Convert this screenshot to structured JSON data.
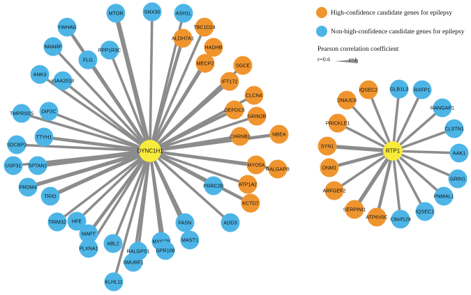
{
  "legend": {
    "high_label": "High-confidence candidate genes for epilepsy",
    "non_label": "Non-high-confidence candidate genes for epilepsy",
    "corr_title": "Pearson correlation coefficient",
    "corr_min": "r=0.6",
    "corr_max": "r=1"
  },
  "colors": {
    "high": "#F0952E",
    "non": "#4DB5E6",
    "hub": "#F7EB3B",
    "edge": "#8C8C8C"
  },
  "networks": [
    {
      "hub": "DYNC1H1",
      "nodes": [
        {
          "label": "MTOR",
          "group": "non",
          "r": 0.9
        },
        {
          "label": "SNX30",
          "group": "non",
          "r": 0.75
        },
        {
          "label": "ASH1L",
          "group": "non",
          "r": 0.75
        },
        {
          "label": "TBC1D24",
          "group": "high",
          "r": 0.75
        },
        {
          "label": "HADHB",
          "group": "high",
          "r": 0.75
        },
        {
          "label": "SGCE",
          "group": "high",
          "r": 0.75
        },
        {
          "label": "CLCN4",
          "group": "high",
          "r": 0.75
        },
        {
          "label": "GRIN2B",
          "group": "high",
          "r": 0.75
        },
        {
          "label": "NBEA",
          "group": "high",
          "r": 0.8
        },
        {
          "label": "RALGAPB",
          "group": "high",
          "r": 0.75
        },
        {
          "label": "ATP1A2",
          "group": "high",
          "r": 0.75
        },
        {
          "label": "PRRC2B",
          "group": "non",
          "r": 0.75
        },
        {
          "label": "FASN",
          "group": "non",
          "r": 0.8
        },
        {
          "label": "MYO7B",
          "group": "non",
          "r": 0.75
        },
        {
          "label": "SMURF1",
          "group": "non",
          "r": 0.75
        },
        {
          "label": "KLHL11",
          "group": "non",
          "r": 0.75
        },
        {
          "label": "PLXNA1",
          "group": "non",
          "r": 0.75
        },
        {
          "label": "TRIM32",
          "group": "non",
          "r": 0.75
        },
        {
          "label": "PRDM4",
          "group": "non",
          "r": 0.85
        },
        {
          "label": "USP31",
          "group": "non",
          "r": 0.75
        },
        {
          "label": "SDCBP2",
          "group": "non",
          "r": 0.75
        },
        {
          "label": "TMPRSS5",
          "group": "non",
          "r": 0.75
        },
        {
          "label": "ANK3",
          "group": "non",
          "r": 0.75
        },
        {
          "label": "NRARP",
          "group": "non",
          "r": 0.75
        },
        {
          "label": "YWHAG",
          "group": "non",
          "r": 0.8
        },
        {
          "label": "ALDH7A1",
          "group": "high",
          "r": 0.8
        },
        {
          "label": "MECP2",
          "group": "high",
          "r": 0.8
        },
        {
          "label": "IFT172",
          "group": "high",
          "r": 0.8
        },
        {
          "label": "DEPDC5",
          "group": "high",
          "r": 0.8
        },
        {
          "label": "CHRNB2",
          "group": "high",
          "r": 0.8
        },
        {
          "label": "MYO5A",
          "group": "high",
          "r": 0.8
        },
        {
          "label": "KCTD7",
          "group": "high",
          "r": 0.8
        },
        {
          "label": "ADD3",
          "group": "non",
          "r": 0.75
        },
        {
          "label": "MAST1",
          "group": "non",
          "r": 0.75
        },
        {
          "label": "GPR108",
          "group": "non",
          "r": 0.75
        },
        {
          "label": "RALGPS1",
          "group": "non",
          "r": 0.75
        },
        {
          "label": "ABL2",
          "group": "non",
          "r": 0.75
        },
        {
          "label": "MAPT",
          "group": "non",
          "r": 0.8
        },
        {
          "label": "HFE",
          "group": "non",
          "r": 0.75
        },
        {
          "label": "TRIO",
          "group": "non",
          "r": 0.85
        },
        {
          "label": "SPTAN1",
          "group": "non",
          "r": 0.9
        },
        {
          "label": "TTYH1",
          "group": "non",
          "r": 0.8
        },
        {
          "label": "DIP2C",
          "group": "non",
          "r": 0.75
        },
        {
          "label": "KIAA2018",
          "group": "non",
          "r": 0.75
        },
        {
          "label": "FLG",
          "group": "non",
          "r": 0.8
        },
        {
          "label": "PPP1R3C",
          "group": "non",
          "r": 0.75
        }
      ]
    },
    {
      "hub": "RTP1",
      "nodes": [
        {
          "label": "IQSEC2",
          "group": "high",
          "r": 0.75
        },
        {
          "label": "GLB1L3",
          "group": "non",
          "r": 0.75
        },
        {
          "label": "RXFP1",
          "group": "non",
          "r": 0.75
        },
        {
          "label": "RANGAP1",
          "group": "non",
          "r": 0.75
        },
        {
          "label": "CLSTN1",
          "group": "non",
          "r": 0.75
        },
        {
          "label": "AAK1",
          "group": "non",
          "r": 0.75
        },
        {
          "label": "GRIN1",
          "group": "non",
          "r": 0.75
        },
        {
          "label": "PNMAL1",
          "group": "non",
          "r": 0.75
        },
        {
          "label": "IQSEC1",
          "group": "non",
          "r": 0.75
        },
        {
          "label": "C9orf129",
          "group": "non",
          "r": 0.75
        },
        {
          "label": "ATP6V0C",
          "group": "high",
          "r": 0.8
        },
        {
          "label": "SERPINI1",
          "group": "high",
          "r": 0.85
        },
        {
          "label": "ARFGEF2",
          "group": "high",
          "r": 0.75
        },
        {
          "label": "DNM1",
          "group": "high",
          "r": 0.8
        },
        {
          "label": "SYN1",
          "group": "high",
          "r": 0.85
        },
        {
          "label": "PRICKLE1",
          "group": "high",
          "r": 0.75
        },
        {
          "label": "DNAJC6",
          "group": "high",
          "r": 0.75
        }
      ]
    }
  ]
}
